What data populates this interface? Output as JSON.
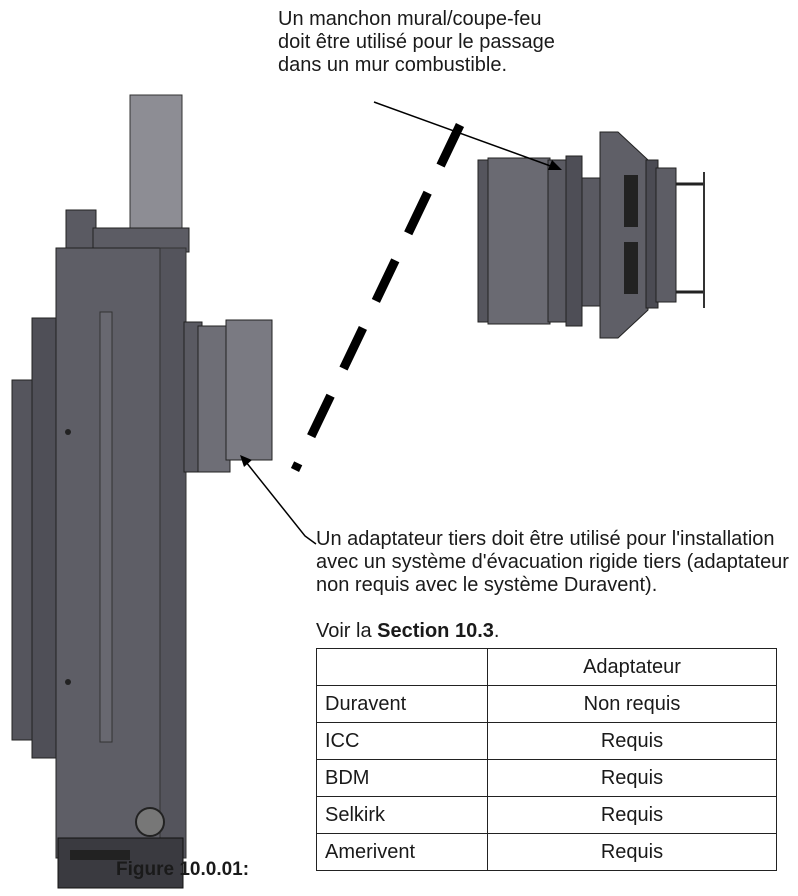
{
  "callouts": {
    "wall_sleeve": "Un manchon mural/coupe-feu doit être utilisé pour le passage dans un mur combustible.",
    "adapter": "Un adaptateur tiers doit être utilisé pour l'installation avec un système d'évacuation rigide tiers (adaptateur non requis avec le système Duravent).",
    "see_prefix": "Voir la ",
    "see_section": "Section 10.3",
    "see_suffix": "."
  },
  "table": {
    "header": [
      "",
      "Adaptateur"
    ],
    "rows": [
      [
        "Duravent",
        "Non requis"
      ],
      [
        "ICC",
        "Requis"
      ],
      [
        "BDM",
        "Requis"
      ],
      [
        "Selkirk",
        "Requis"
      ],
      [
        "Amerivent",
        "Requis"
      ]
    ]
  },
  "caption": "Figure 10.0.01:",
  "colors": {
    "metal_dark": "#4a4a52",
    "metal_mid": "#6a6a72",
    "metal_light": "#8a8a92",
    "ink": "#000000"
  }
}
